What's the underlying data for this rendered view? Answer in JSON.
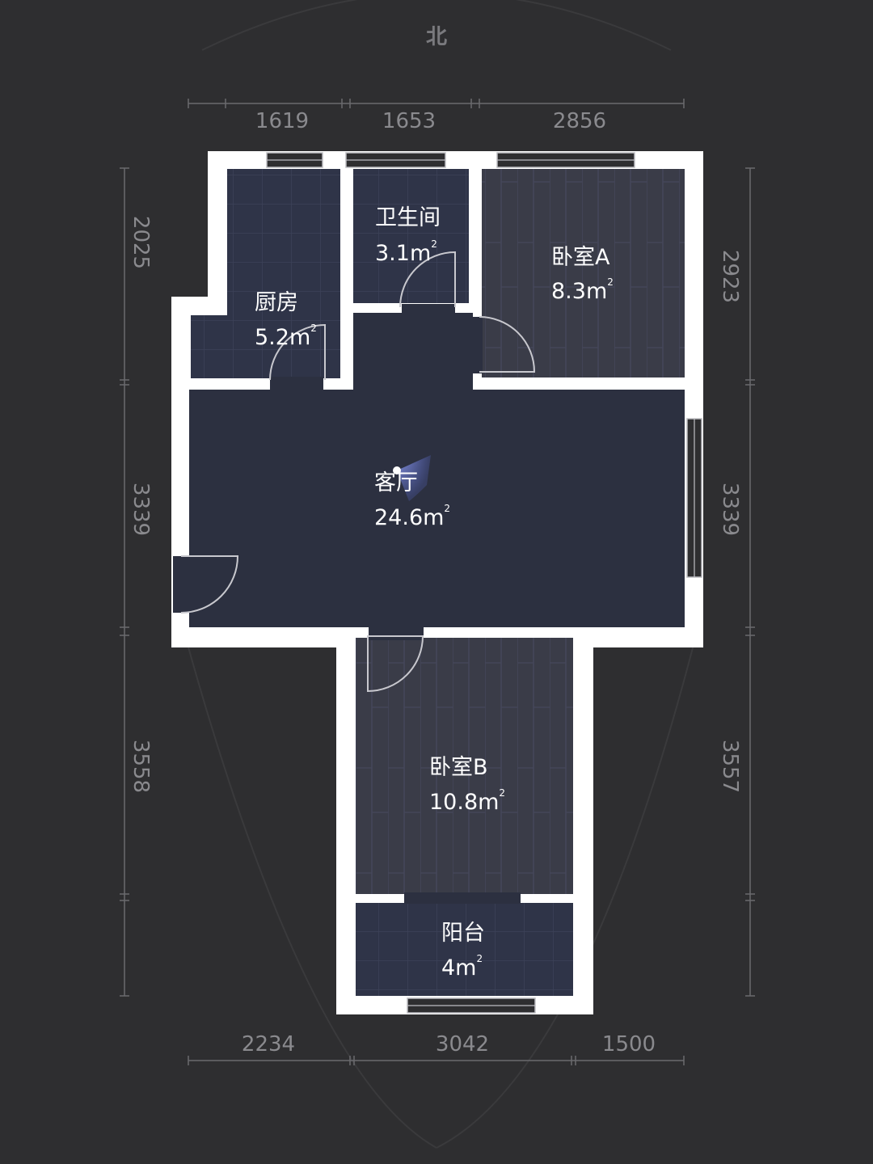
{
  "compass": {
    "label": "北"
  },
  "dimensions": {
    "top": [
      "1619",
      "1653",
      "2856"
    ],
    "bottom": [
      "2234",
      "3042",
      "1500"
    ],
    "left": [
      "2025",
      "3339",
      "3558"
    ],
    "right": [
      "2923",
      "3339",
      "3557"
    ]
  },
  "rooms": {
    "kitchen": {
      "name": "厨房",
      "area": "5.2m",
      "sup": "2"
    },
    "bathroom": {
      "name": "卫生间",
      "area": "3.1m",
      "sup": "2"
    },
    "bedroomA": {
      "name": "卧室A",
      "area": "8.3m",
      "sup": "2"
    },
    "living": {
      "name": "客厅",
      "area": "24.6m",
      "sup": "2"
    },
    "bedroomB": {
      "name": "卧室B",
      "area": "10.8m",
      "sup": "2"
    },
    "balcony": {
      "name": "阳台",
      "area": "4m",
      "sup": "2"
    }
  },
  "colors": {
    "background": "#2e2e30",
    "wall": "#ffffff",
    "room_floor": "#2c3040",
    "tile_floor": "#2f3448",
    "wood_floor": "#3a3c48",
    "dimension": "#8a8a8e"
  }
}
